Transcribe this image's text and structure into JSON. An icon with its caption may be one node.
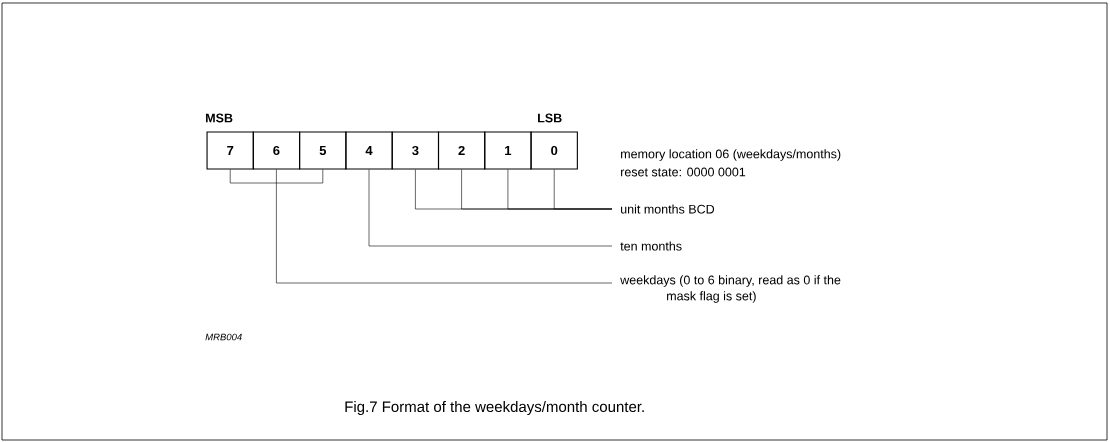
{
  "diagram": {
    "caption": "Fig.7  Format of the weekdays/month counter.",
    "nodes": [
      {
        "text": [
          "7"
        ]
      },
      {
        "text": [
          "6"
        ]
      },
      {
        "text": [
          "5"
        ]
      },
      {
        "text": [
          "4"
        ]
      },
      {
        "text": [
          "3"
        ]
      },
      {
        "text": [
          "2"
        ]
      },
      {
        "text": [
          "1"
        ]
      },
      {
        "text": [
          "0"
        ]
      },
      {
        "text": [
          "unit months BCD"
        ]
      },
      {
        "text": [
          "ten months"
        ]
      },
      {
        "text": [
          "weekdays (0 to 6 binary, read as 0 if the mask flag is set)"
        ]
      }
    ],
    "edges": [
      {
        "from": 4,
        "to": 8,
        "arrow": "none"
      },
      {
        "from": 5,
        "to": 8,
        "arrow": "none"
      },
      {
        "from": 6,
        "to": 8,
        "arrow": "none"
      },
      {
        "from": 7,
        "to": 8,
        "arrow": "none"
      },
      {
        "from": 3,
        "to": 9,
        "arrow": "none"
      },
      {
        "from": 0,
        "to": 10,
        "arrow": "none"
      },
      {
        "from": 1,
        "to": 10,
        "arrow": "none"
      },
      {
        "from": 2,
        "to": 10,
        "arrow": "none"
      }
    ],
    "labels": [
      "MSB",
      "LSB",
      "memory location 06 (weekdays/months)",
      "reset state: 0000 0001",
      "MRB004"
    ]
  }
}
